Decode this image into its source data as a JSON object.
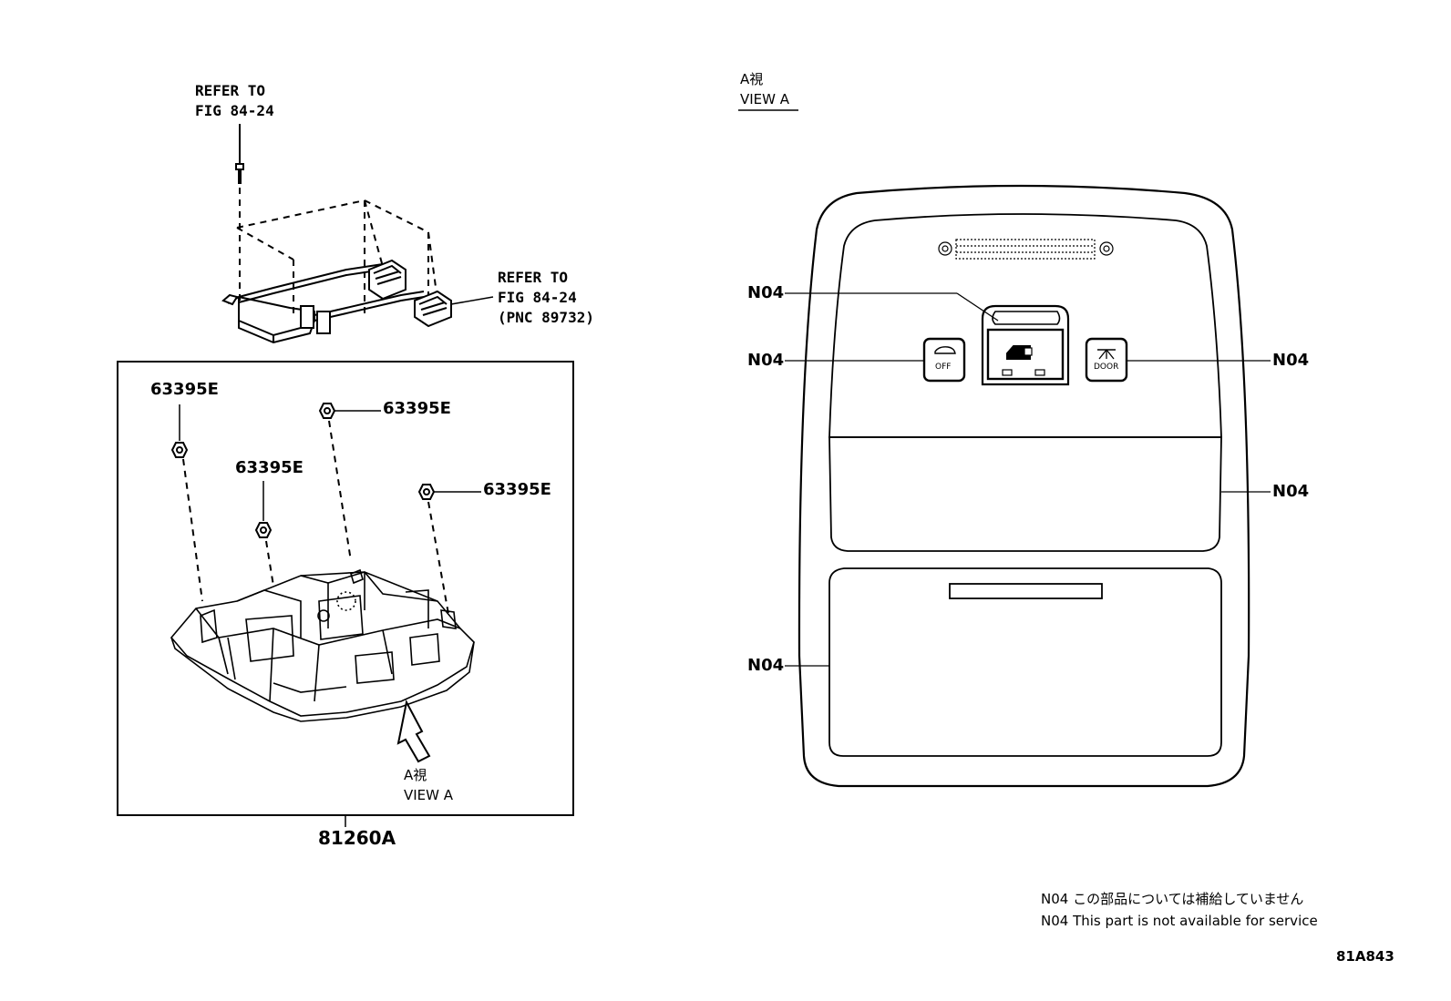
{
  "left": {
    "refer_top": {
      "line1": "REFER TO",
      "line2": "FIG 84-24"
    },
    "refer_right": {
      "line1": "REFER TO",
      "line2": "FIG 84-24",
      "line3": "(PNC 89732)"
    },
    "clips": [
      "63395E",
      "63395E",
      "63395E",
      "63395E"
    ],
    "view_arrow": {
      "jp": "A視",
      "en": "VIEW A"
    },
    "assembly_part": "81260A"
  },
  "right": {
    "view_title": {
      "jp": "A視",
      "en": "VIEW A"
    },
    "callouts": [
      "N04",
      "N04",
      "N04",
      "N04",
      "N04"
    ],
    "button_off": "OFF",
    "button_door": "DOOR"
  },
  "footer": {
    "note_jp": "N04 この部品については補給していません",
    "note_en": "N04 This part is not available for service",
    "figure_id": "81A843"
  }
}
